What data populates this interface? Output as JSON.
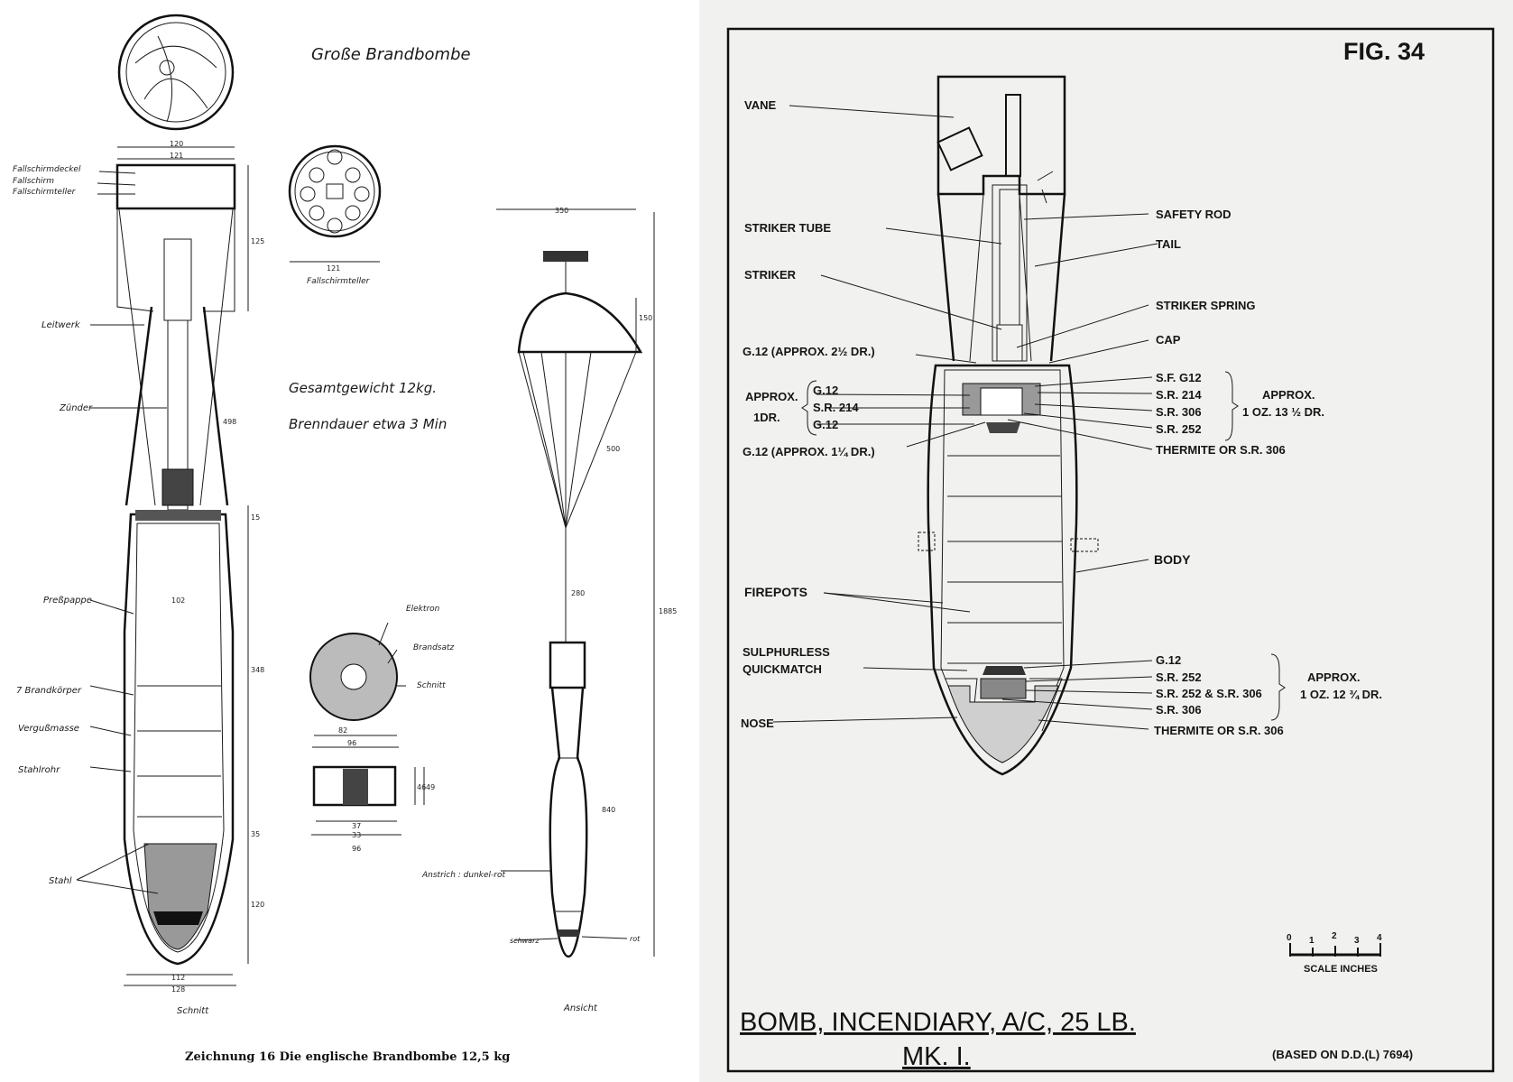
{
  "left": {
    "title": "Große Brandbombe",
    "labels": {
      "fallschirmdeckel": "Fallschirmdeckel",
      "fallschirm": "Fallschirm",
      "fallschirmteller": "Fallschirmteller",
      "leitwerk": "Leitwerk",
      "zuender": "Zünder",
      "presspappe": "Preßpappe",
      "brandkoerper": "7 Brandkörper",
      "vergussmasse": "Vergußmasse",
      "stahlrohr": "Stahlrohr",
      "stahl": "Stahl",
      "schnitt_main": "Schnitt",
      "ansicht": "Ansicht",
      "fallschirmteller_view": "Fallschirmteller",
      "elektron": "Elektron",
      "brandsatz": "Brandsatz",
      "schnitt_small": "Schnitt",
      "anstrich": "Anstrich : dunkel-rot",
      "schwarz": "schwarz",
      "rot": "rot"
    },
    "weight": "Gesamtgewicht   12kg.",
    "duration": "Brenndauer   etwa 3 Min",
    "caption": "Zeichnung 16    Die englische Brandbombe 12,5 kg",
    "dims": {
      "d120": "120",
      "d121": "121",
      "d125": "125",
      "d498": "498",
      "d15": "15",
      "d102": "102",
      "d348": "348",
      "d35": "35",
      "d120b": "120",
      "d112": "112",
      "d128": "128",
      "d121b": "121",
      "d350": "350",
      "d150": "150",
      "d500": "500",
      "d280": "280",
      "d1885": "1885",
      "d840": "840",
      "d82": "82",
      "d96": "96",
      "d46": "46",
      "d49": "49",
      "d37": "37",
      "d33": "33",
      "d96b": "96"
    }
  },
  "right": {
    "fig": "FIG. 34",
    "labels": {
      "vane": "VANE",
      "striker_tube": "STRIKER  TUBE",
      "striker": "STRIKER",
      "g12_approx_a": "G.12 (APPROX. 2½ DR.)",
      "approx_1dr_a": "APPROX.",
      "approx_1dr_b": "1DR.",
      "g12_a": "G.12",
      "sr214_a": "S.R. 214",
      "g12_b": "G.12",
      "g12_approx_b": "G.12 (APPROX. 1¼ DR.)",
      "firepots": "FIREPOTS",
      "sulphurless_a": "SULPHURLESS",
      "sulphurless_b": "QUICKMATCH",
      "nose": "NOSE",
      "safety_rod": "SAFETY ROD",
      "tail": "TAIL",
      "striker_spring": "STRIKER SPRING",
      "cap": "CAP",
      "sfg12": "S.F. G12",
      "sr214_b": "S.R. 214",
      "sr306_a": "S.R. 306",
      "sr252_a": "S.R. 252",
      "thermite_a": "THERMITE OR S.R. 306",
      "approx_top_a": "APPROX.",
      "approx_top_b": "1 OZ. 13 ½ DR.",
      "body": "BODY",
      "g12_c": "G.12",
      "sr252_b": "S.R. 252",
      "sr252_sr306": "S.R. 252 & S.R. 306",
      "sr306_b": "S.R. 306",
      "thermite_b": "THERMITE OR S.R. 306",
      "approx_bot_a": "APPROX.",
      "approx_bot_b": "1 OZ. 12 ¾ DR.",
      "scale": "SCALE INCHES",
      "s0": "0",
      "s1": "1",
      "s2": "2",
      "s3": "3",
      "s4": "4"
    },
    "title_line1": "BOMB,  INCENDIARY,  A/C,  25 LB.",
    "title_line2": "MK. I.",
    "based_on": "(BASED ON D.D.(L) 7694)"
  }
}
